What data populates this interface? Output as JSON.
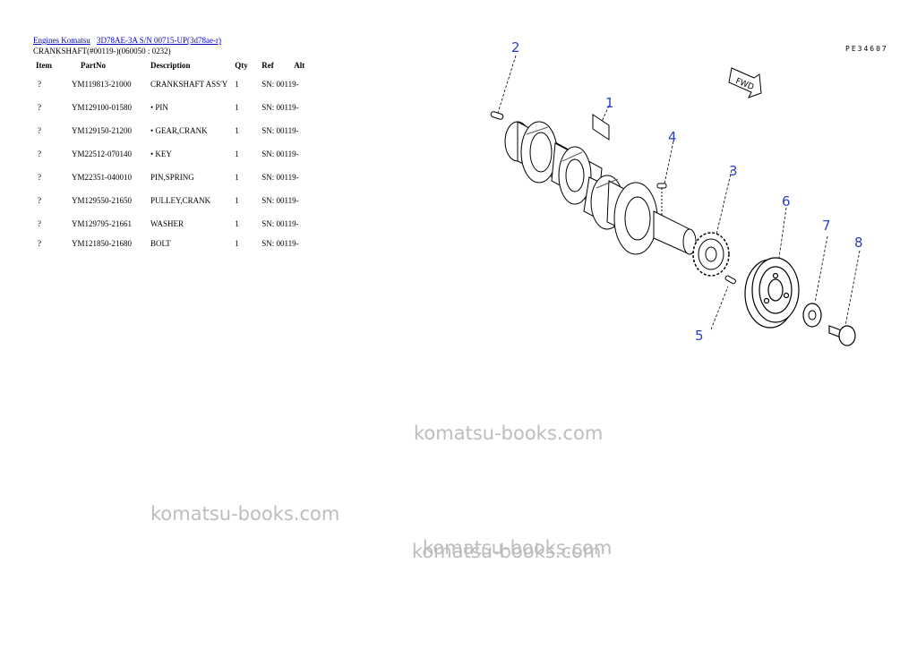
{
  "breadcrumb": {
    "link1": "Engines Komatsu",
    "link2": "3D78AE-3A S/N 00715-UP(3d78ae-r)"
  },
  "subtitle": "CRANKSHAFT(#00119-)(060050 : 0232)",
  "table": {
    "headers": {
      "item": "Item",
      "partno": "PartNo",
      "description": "Description",
      "qty": "Qty",
      "ref": "Ref",
      "alt": "Alt"
    },
    "rows": [
      {
        "item": "?",
        "partno": "YM119813-21000",
        "description": "CRANKSHAFT ASS'Y",
        "qty": "1",
        "ref": "SN: 00119-"
      },
      {
        "item": "?",
        "partno": "YM129100-01580",
        "description": "• PIN",
        "qty": "1",
        "ref": "SN: 00119-"
      },
      {
        "item": "?",
        "partno": "YM129150-21200",
        "description": "• GEAR,CRANK",
        "qty": "1",
        "ref": "SN: 00119-"
      },
      {
        "item": "?",
        "partno": "YM22512-070140",
        "description": "• KEY",
        "qty": "1",
        "ref": "SN: 00119-"
      },
      {
        "item": "?",
        "partno": "YM22351-040010",
        "description": "PIN,SPRING",
        "qty": "1",
        "ref": "SN: 00119-"
      },
      {
        "item": "?",
        "partno": "YM129550-21650",
        "description": "PULLEY,CRANK",
        "qty": "1",
        "ref": "SN: 00119-"
      },
      {
        "item": "?",
        "partno": "YM129795-21661",
        "description": "WASHER",
        "qty": "1",
        "ref": "SN: 00119-"
      },
      {
        "item": "?",
        "partno": "YM121850-21680",
        "description": "BOLT",
        "qty": "1",
        "ref": "SN: 00119-"
      }
    ]
  },
  "drawing": {
    "code": "PE34607",
    "fwd_label": "FWD",
    "callouts": [
      "1",
      "2",
      "3",
      "4",
      "5",
      "6",
      "7",
      "8"
    ],
    "callout_color": "#2a3fc2"
  },
  "watermarks": [
    "komatsu-books.com",
    "komatsu-books.com",
    "komatsu-books.com",
    "komatsu-books.com"
  ]
}
